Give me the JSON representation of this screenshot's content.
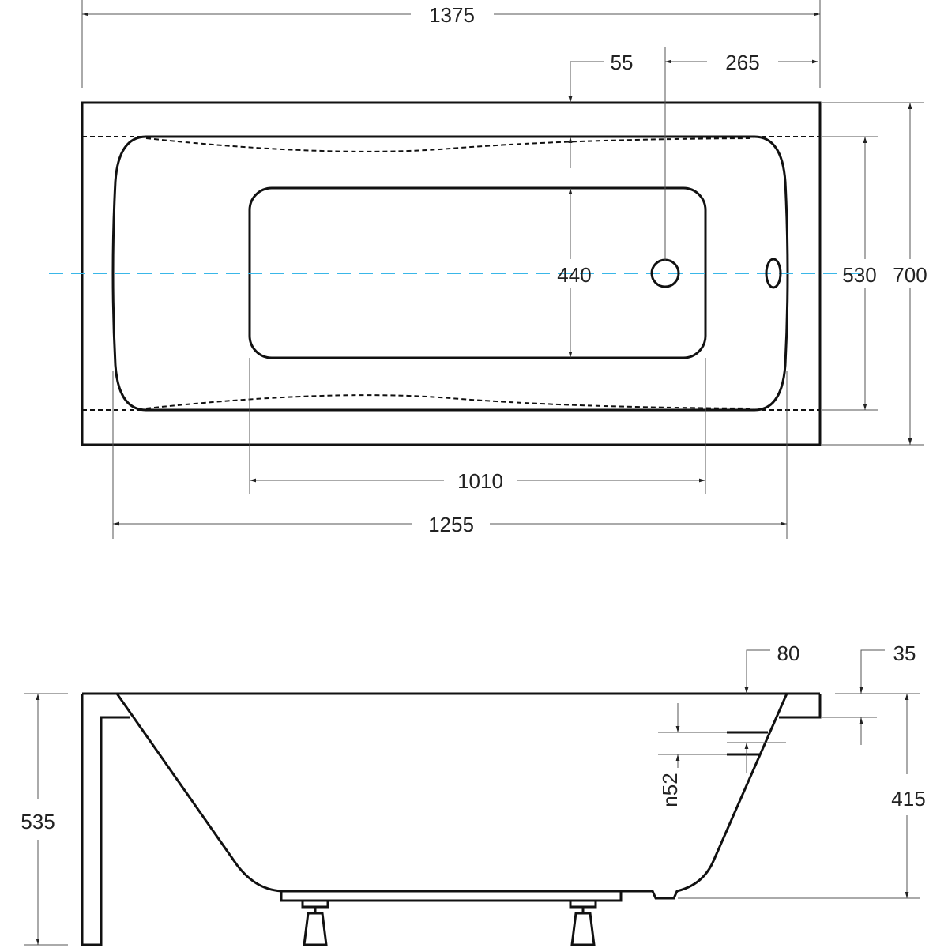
{
  "top_view": {
    "overall_length": "1375",
    "rim_width": "55",
    "drain_offset": "265",
    "inner_width": "440",
    "basin_width": "530",
    "overall_width": "700",
    "inner_length": "1010",
    "basin_length": "1255",
    "centerline_color": "#3ab7e8"
  },
  "side_view": {
    "rim_edge": "80",
    "rim_thickness": "35",
    "overflow_spacing": "n52",
    "overall_height": "535",
    "depth": "415"
  }
}
